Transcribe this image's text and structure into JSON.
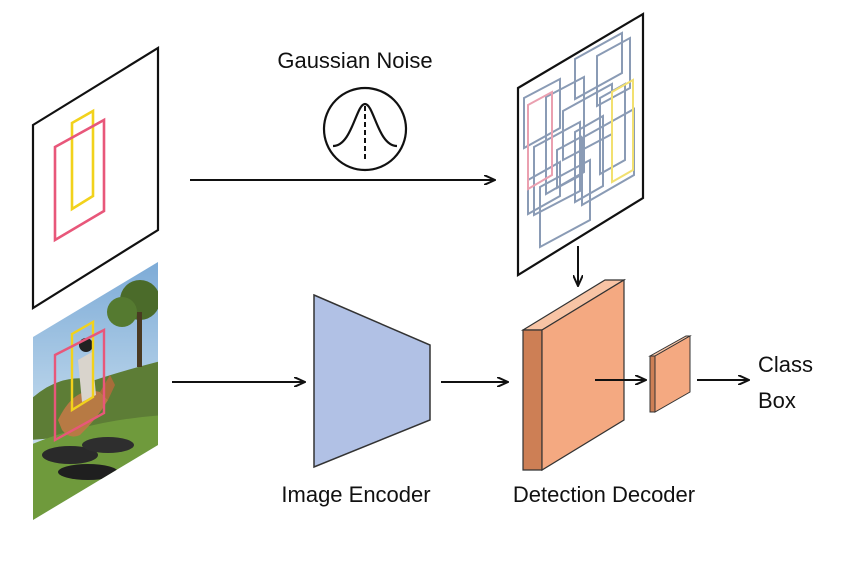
{
  "labels": {
    "noise": "Gaussian Noise",
    "encoder": "Image Encoder",
    "decoder": "Detection Decoder",
    "output_class": "Class",
    "output_box": "Box"
  },
  "colors": {
    "gt_box_pink": "#e8577a",
    "gt_box_yellow": "#f2d21c",
    "noisy_box_blue": "#8a9bb5",
    "noisy_box_pink": "#eaa0b0",
    "noisy_box_yellow": "#f2e070",
    "encoder_fill": "#b1c1e5",
    "decoder_front": "#f4a981",
    "decoder_side": "#cd7f55",
    "decoder_top": "#f8c4a5",
    "outline": "#333333"
  }
}
